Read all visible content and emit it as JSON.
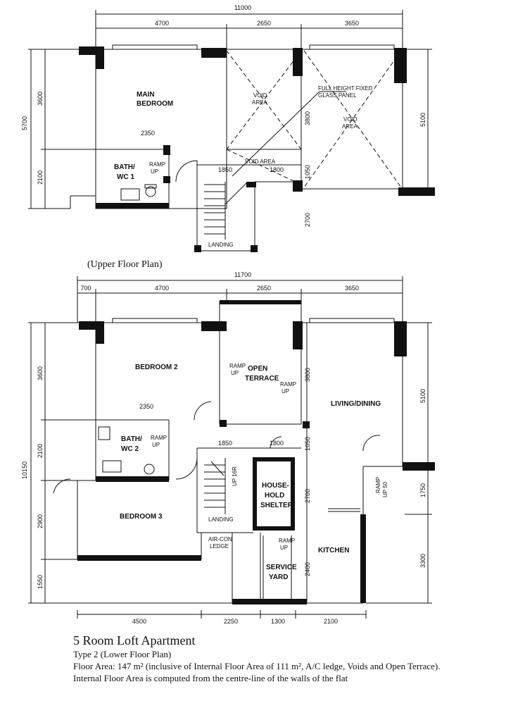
{
  "upper": {
    "caption": "(Upper Floor Plan)",
    "dims_top": {
      "total": "11000",
      "a": "4700",
      "b": "2650",
      "c": "3650"
    },
    "dims_left": {
      "total": "5700",
      "a": "3600",
      "b": "2100"
    },
    "dims_right": {
      "a": "5100"
    },
    "dims_inner": {
      "bath_w": "2350",
      "stair_a": "1850",
      "stair_b": "1800",
      "v1": "3800",
      "v2": "1050",
      "v3": "2700"
    },
    "rooms": {
      "main_bedroom": [
        "MAIN",
        "BEDROOM"
      ],
      "bath": [
        "BATH/",
        "WC 1"
      ],
      "void1": [
        "VOID",
        "AREA"
      ],
      "void2": [
        "VOID",
        "AREA"
      ],
      "void3": "VOID AREA",
      "glass": [
        "FULL HEIGHT FIXED",
        "GLASS PANEL"
      ],
      "ramp": [
        "RAMP",
        "UP"
      ],
      "landing": "LANDING"
    }
  },
  "lower": {
    "dims_top": {
      "total": "11700",
      "a": "700",
      "b": "4700",
      "c": "2650",
      "d": "3650"
    },
    "dims_left": {
      "total": "10150",
      "a": "3600",
      "b": "2100",
      "c": "2900",
      "d": "1550"
    },
    "dims_right": {
      "a": "5100",
      "b": "1750",
      "c": "3300"
    },
    "dims_bottom": {
      "a": "4500",
      "b": "2250",
      "c": "1300",
      "d": "2100"
    },
    "dims_inner": {
      "bath_w": "2350",
      "stair_a": "1850",
      "stair_b": "1800",
      "v1": "3800",
      "v2": "1050",
      "v3": "2700",
      "v4": "2400"
    },
    "rooms": {
      "bedroom2": "BEDROOM 2",
      "terrace": [
        "OPEN",
        "TERRACE"
      ],
      "living": "LIVING/DINING",
      "bath": [
        "BATH/",
        "WC 2"
      ],
      "household": [
        "HOUSE-",
        "HOLD",
        "SHELTER"
      ],
      "bedroom3": "BEDROOM 3",
      "kitchen": "KITCHEN",
      "service": [
        "SERVICE",
        "YARD"
      ],
      "aircon": [
        "AIR-CON",
        "LEDGE"
      ],
      "landing": "LANDING",
      "up16r": "UP 16R",
      "ramp": [
        "RAMP",
        "UP"
      ],
      "ramp50": [
        "RAMP",
        "UP 50"
      ]
    }
  },
  "caption": {
    "title": "5 Room Loft Apartment",
    "type": "Type 2 (Lower Floor Plan)",
    "area": "Floor Area: 147 m² (inclusive of Internal Floor Area of 111 m², A/C ledge, Voids and Open Terrace).",
    "note": "Internal Floor Area is computed from the centre-line of the walls of the flat"
  }
}
